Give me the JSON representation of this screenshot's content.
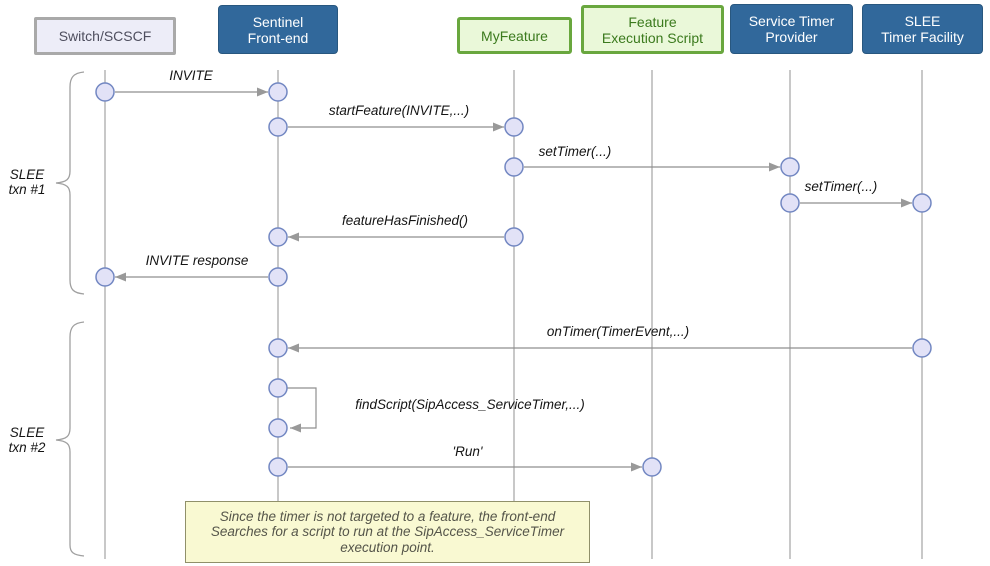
{
  "diagram": {
    "participants": [
      {
        "label": "Switch/SCSCF",
        "style": "gray"
      },
      {
        "label": "Sentinel\nFront-end",
        "style": "blue"
      },
      {
        "label": "MyFeature",
        "style": "green"
      },
      {
        "label": "Feature\nExecution Script",
        "style": "green"
      },
      {
        "label": "Service Timer\nProvider",
        "style": "blue"
      },
      {
        "label": "SLEE\nTimer Facility",
        "style": "blue"
      }
    ],
    "messages": [
      {
        "label": "INVITE",
        "from": "Switch/SCSCF",
        "to": "Sentinel Front-end"
      },
      {
        "label": "startFeature(INVITE,...)",
        "from": "Sentinel Front-end",
        "to": "MyFeature"
      },
      {
        "label": "setTimer(...)",
        "from": "MyFeature",
        "to": "Service Timer Provider"
      },
      {
        "label": "setTimer(...)",
        "from": "Service Timer Provider",
        "to": "SLEE Timer Facility"
      },
      {
        "label": "featureHasFinished()",
        "from": "MyFeature",
        "to": "Sentinel Front-end"
      },
      {
        "label": "INVITE  response",
        "from": "Sentinel Front-end",
        "to": "Switch/SCSCF"
      },
      {
        "label": "onTimer(TimerEvent,...)",
        "from": "SLEE Timer Facility",
        "to": "Sentinel Front-end"
      },
      {
        "label": "findScript(SipAccess_ServiceTimer,...)",
        "from": "Sentinel Front-end",
        "to": "Sentinel Front-end"
      },
      {
        "label": "'Run'",
        "from": "Sentinel Front-end",
        "to": "Feature Execution Script"
      }
    ],
    "groups": [
      {
        "label": "SLEE\ntxn #1"
      },
      {
        "label": "SLEE\ntxn #2"
      }
    ],
    "note": {
      "text": "Since the timer is not targeted to a feature, the front-end\nSearches for a script to run at the SipAccess_ServiceTimer\nexecution point."
    },
    "colors": {
      "participant_blue": "#31689B",
      "participant_green_border": "#69A73E",
      "participant_green_fill": "#EAF8D9",
      "participant_green_text": "#3B7A1D",
      "participant_gray_border": "#A9A9A9",
      "participant_gray_fill": "#EDEDF8",
      "endpoint_fill": "#E2E2F7",
      "endpoint_stroke": "#7287C2",
      "line_gray": "#909090",
      "note_fill": "#F9F9D2",
      "note_border": "#90906A"
    }
  }
}
